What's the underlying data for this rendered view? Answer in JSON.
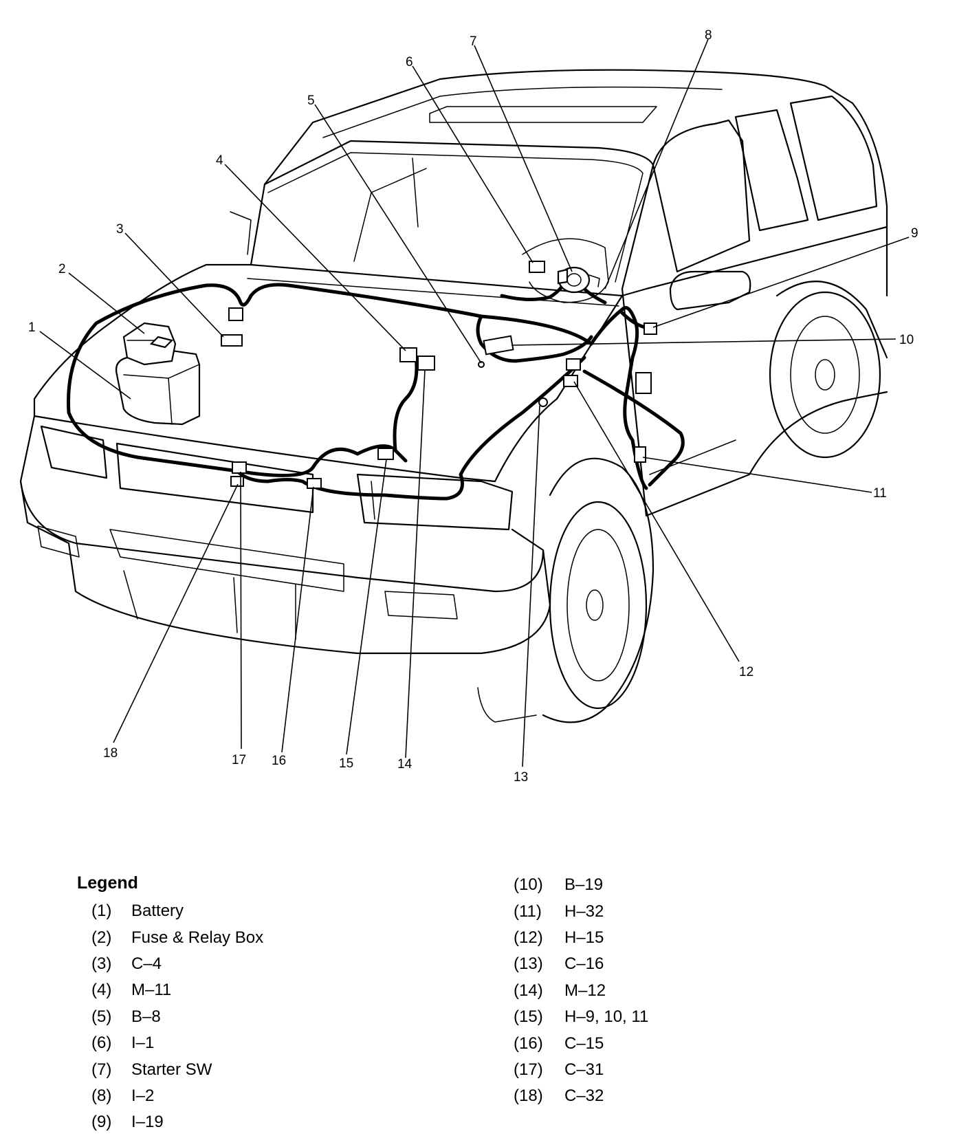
{
  "callouts": [
    {
      "id": 1,
      "label": "1"
    },
    {
      "id": 2,
      "label": "2"
    },
    {
      "id": 3,
      "label": "3"
    },
    {
      "id": 4,
      "label": "4"
    },
    {
      "id": 5,
      "label": "5"
    },
    {
      "id": 6,
      "label": "6"
    },
    {
      "id": 7,
      "label": "7"
    },
    {
      "id": 8,
      "label": "8"
    },
    {
      "id": 9,
      "label": "9"
    },
    {
      "id": 10,
      "label": "10"
    },
    {
      "id": 11,
      "label": "11"
    },
    {
      "id": 12,
      "label": "12"
    },
    {
      "id": 13,
      "label": "13"
    },
    {
      "id": 14,
      "label": "14"
    },
    {
      "id": 15,
      "label": "15"
    },
    {
      "id": 16,
      "label": "16"
    },
    {
      "id": 17,
      "label": "17"
    },
    {
      "id": 18,
      "label": "18"
    }
  ],
  "legend": {
    "title": "Legend",
    "left_items": [
      {
        "num": "(1)",
        "label": "Battery"
      },
      {
        "num": "(2)",
        "label": "Fuse & Relay Box"
      },
      {
        "num": "(3)",
        "label": "C–4"
      },
      {
        "num": "(4)",
        "label": "M–11"
      },
      {
        "num": "(5)",
        "label": "B–8"
      },
      {
        "num": "(6)",
        "label": "I–1"
      },
      {
        "num": "(7)",
        "label": "Starter SW"
      },
      {
        "num": "(8)",
        "label": "I–2"
      },
      {
        "num": "(9)",
        "label": "I–19"
      }
    ],
    "right_items": [
      {
        "num": "(10)",
        "label": "B–19"
      },
      {
        "num": "(11)",
        "label": "H–32"
      },
      {
        "num": "(12)",
        "label": "H–15"
      },
      {
        "num": "(13)",
        "label": "C–16"
      },
      {
        "num": "(14)",
        "label": "M–12"
      },
      {
        "num": "(15)",
        "label": "H–9, 10, 11"
      },
      {
        "num": "(16)",
        "label": "C–15"
      },
      {
        "num": "(17)",
        "label": "C–31"
      },
      {
        "num": "(18)",
        "label": "C–32"
      }
    ]
  }
}
